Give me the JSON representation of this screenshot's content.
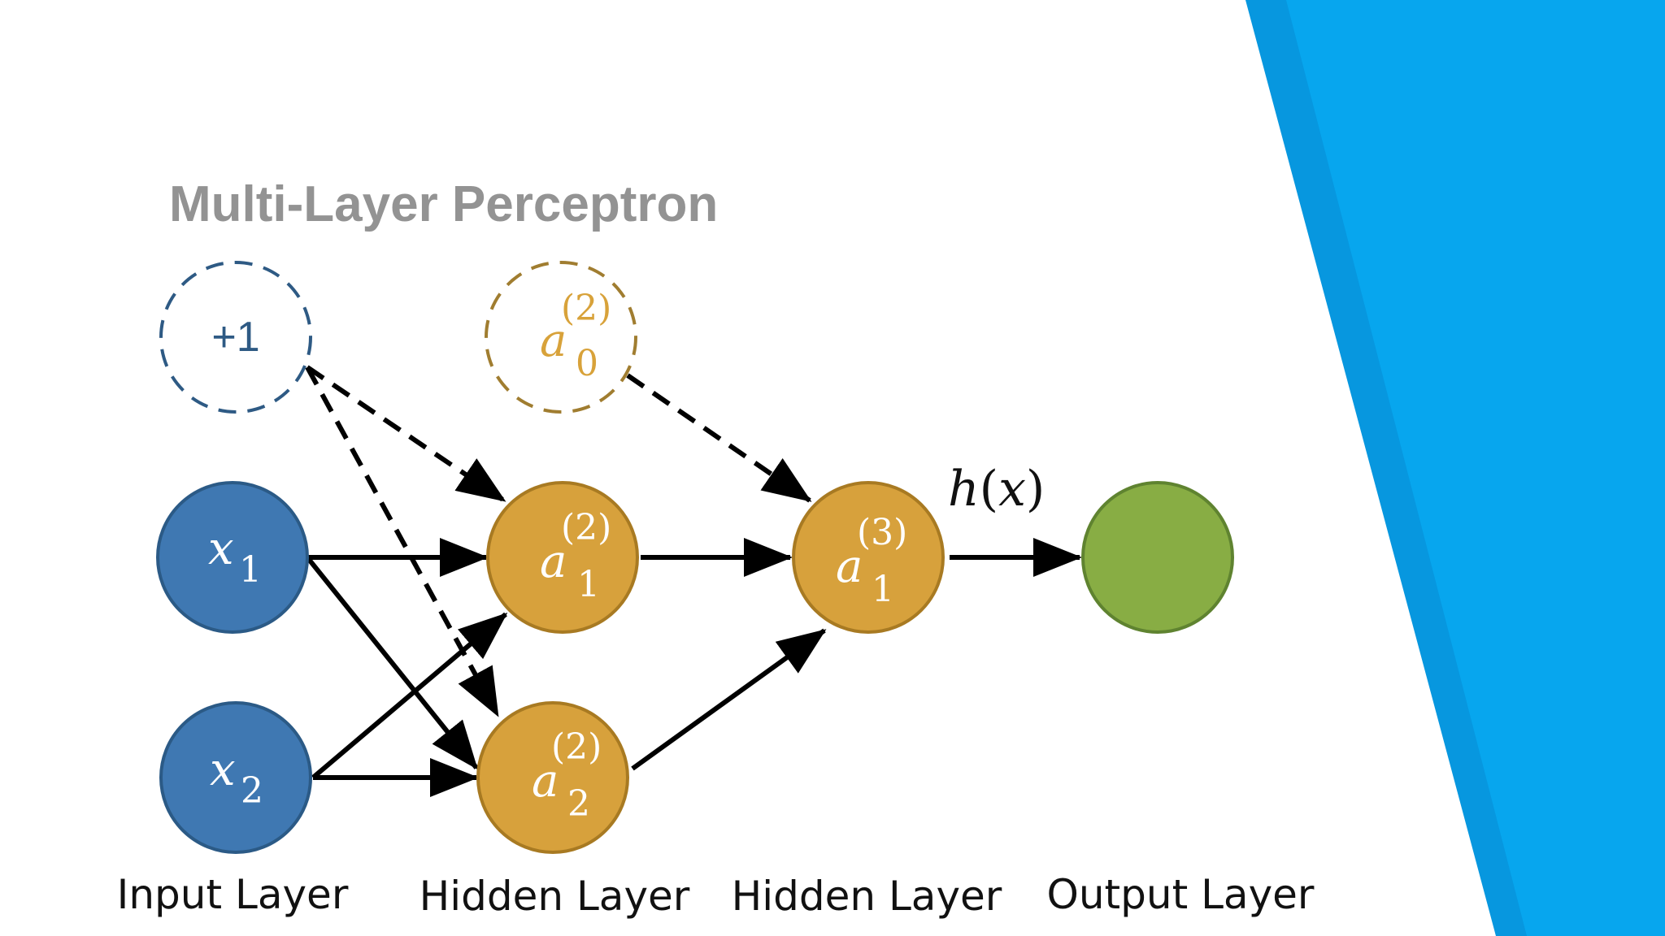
{
  "title": "Multi-Layer Perceptron",
  "colors": {
    "input_fill": "#3f78b2",
    "input_stroke": "#2b5a86",
    "hidden_fill": "#d7a13c",
    "hidden_stroke": "#a87a22",
    "output_fill": "#88ad44",
    "output_stroke": "#5f8330",
    "bias_input_stroke": "#2e5a84",
    "bias_hidden_stroke": "#a07d30",
    "bias_hidden_text": "#d8a23a",
    "edge": "#000000",
    "banner_primary": "#07a6ee",
    "banner_secondary": "#0797df"
  },
  "nodes": {
    "bias_input": "+1",
    "bias_hidden": {
      "symbol": "a",
      "sub": "0",
      "sup": "(2)"
    },
    "input_1": {
      "symbol": "x",
      "sub": "1"
    },
    "input_2": {
      "symbol": "x",
      "sub": "2"
    },
    "hidden_1": {
      "symbol": "a",
      "sub": "1",
      "sup": "(2)"
    },
    "hidden_2": {
      "symbol": "a",
      "sub": "2",
      "sup": "(2)"
    },
    "hidden2_1": {
      "symbol": "a",
      "sub": "1",
      "sup": "(3)"
    },
    "output": {
      "label": ""
    }
  },
  "edge_label": {
    "func": "h",
    "open": "(",
    "var": "x",
    "close": ")"
  },
  "captions": {
    "input": "Input Layer",
    "hidden1": "Hidden Layer",
    "hidden2": "Hidden Layer",
    "output": "Output Layer"
  }
}
